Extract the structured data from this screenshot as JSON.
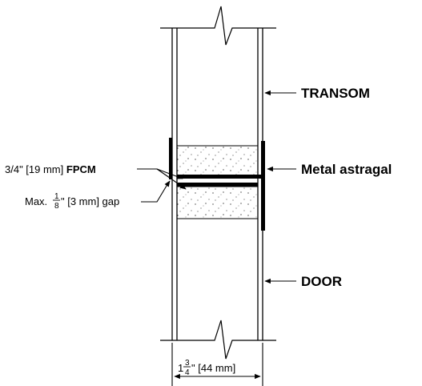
{
  "labels": {
    "transom": "TRANSOM",
    "astragal": "Metal astragal",
    "door": "DOOR",
    "fpcm_prefix": "3/4\" [19 mm] ",
    "fpcm_bold": "FPCM",
    "gap_prefix": "Max. ",
    "gap_num": "1",
    "gap_den": "8",
    "gap_suffix": "\" [3 mm] gap",
    "dim_whole": "1",
    "dim_num": "3",
    "dim_den": "4",
    "dim_suffix": "\" [44 mm]"
  }
}
